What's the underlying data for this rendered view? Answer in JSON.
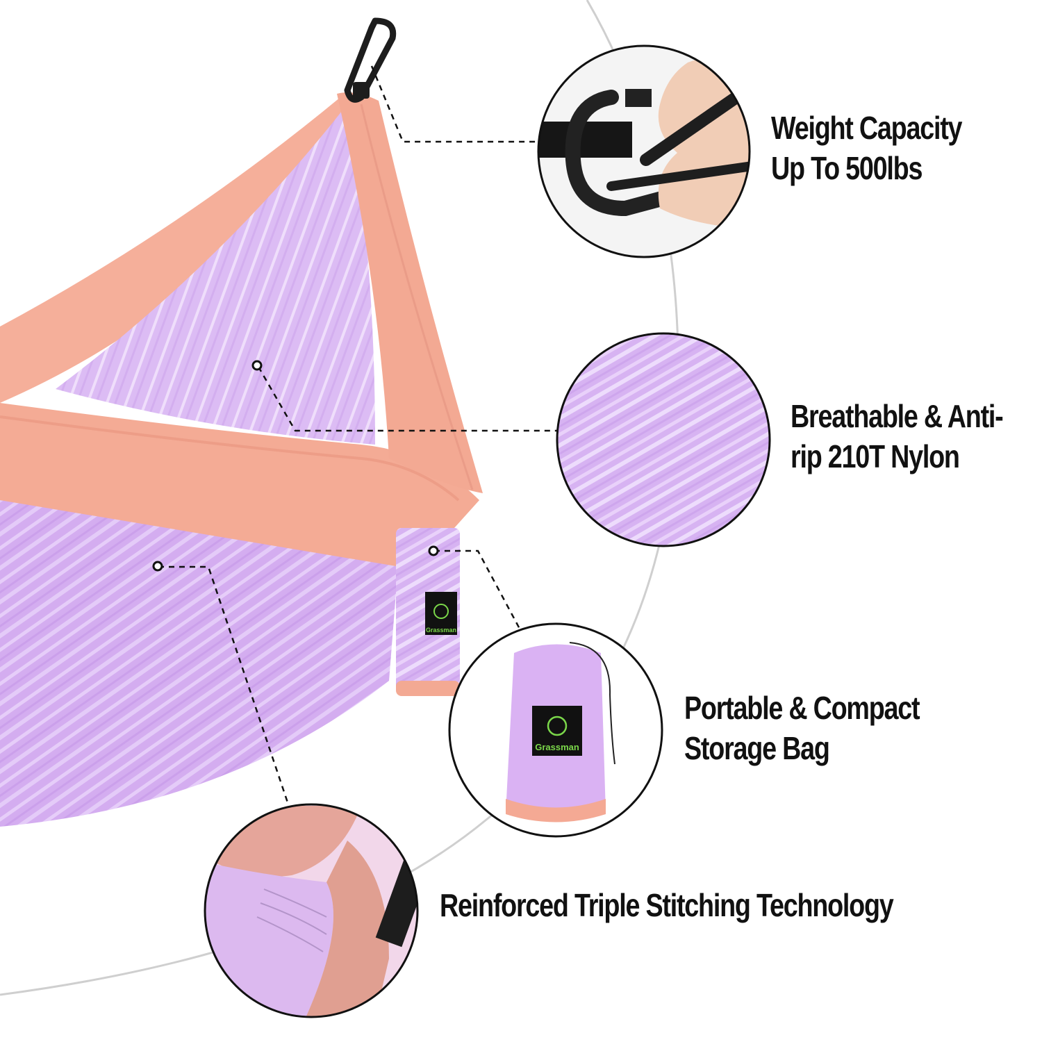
{
  "brand": {
    "name": "Grassman",
    "logo_icon": "grassman-logo-icon",
    "accent_color": "#7bd74a"
  },
  "colors": {
    "lavender": "#cfa8ee",
    "lavender_light": "#e6ccfb",
    "coral": "#f6ad98",
    "coral_dark": "#ec9a84",
    "carabiner": "#1d1d1d",
    "arc": "#cfcfcf"
  },
  "features": [
    {
      "id": "weight",
      "line1": "Weight Capacity",
      "line2": "Up To 500lbs",
      "icon": "carabiner-icon"
    },
    {
      "id": "nylon",
      "line1": "Breathable & Anti-",
      "line2": "rip 210T Nylon",
      "icon": "nylon-fabric-icon"
    },
    {
      "id": "portable",
      "line1": "Portable & Compact",
      "line2": "Storage Bag",
      "icon": "storage-bag-icon"
    },
    {
      "id": "stitching",
      "line1": "Reinforced Triple Stitching Technology",
      "icon": "stitching-icon"
    }
  ]
}
